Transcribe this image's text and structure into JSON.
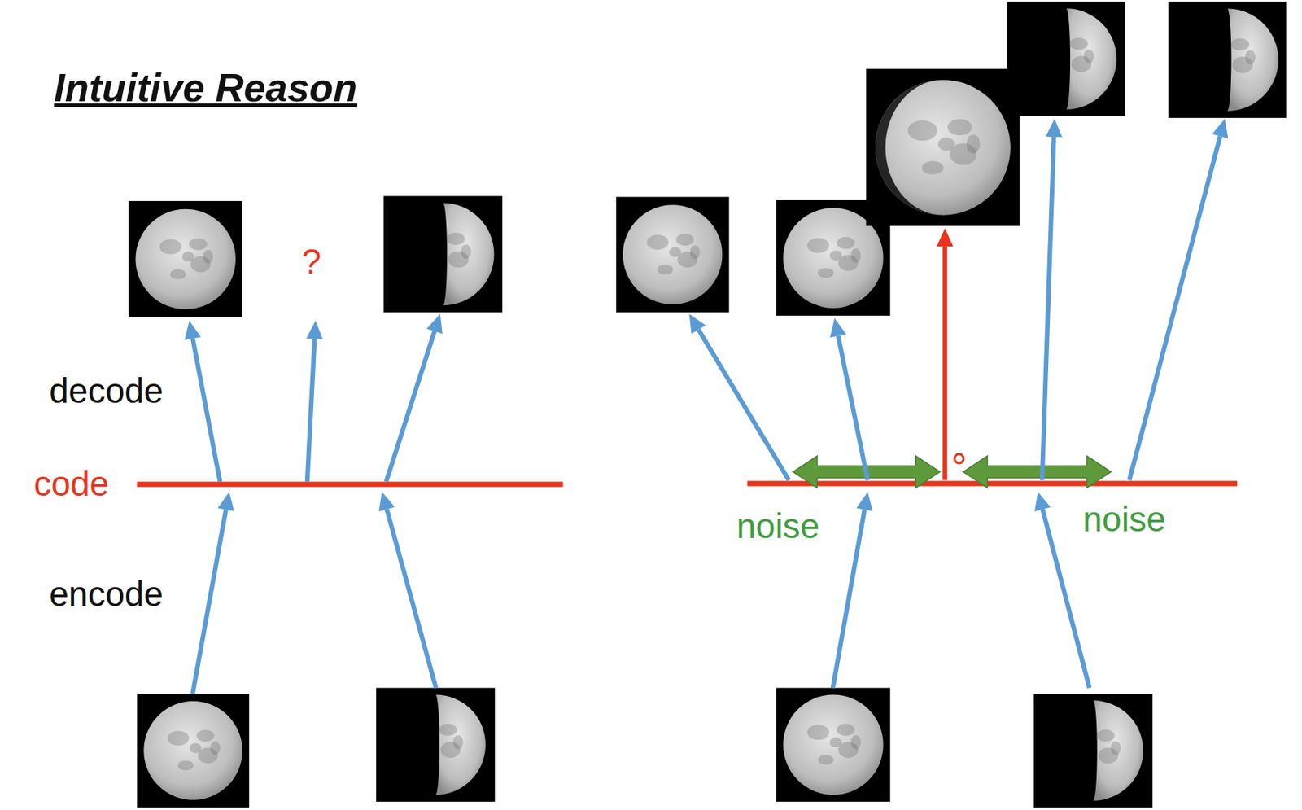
{
  "diagram": {
    "title": "Intuitive Reason",
    "labels": [
      "decode",
      "?",
      "code",
      "encode",
      "noise",
      "noise"
    ]
  }
}
